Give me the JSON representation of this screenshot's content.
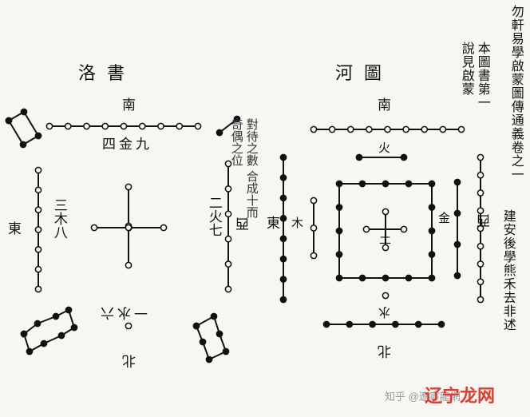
{
  "luoshu": {
    "title": "洛書",
    "south": "南",
    "south_numbers": "四金九",
    "east": "東",
    "east_numbers": "三木八",
    "west": "西",
    "west_numbers": "二火七",
    "north": "北",
    "north_numbers": "一水六"
  },
  "hetu": {
    "title": "河圖",
    "south": "南",
    "fire": "火",
    "east": "東",
    "wood": "木",
    "west": "西",
    "metal": "金",
    "earth": "土",
    "north": "北",
    "water": "水"
  },
  "side": {
    "book_title": "勿軒易學啟蒙圖傳通義卷之一",
    "chart_caption": "本圖書第一",
    "see_note": "說見啟蒙",
    "author": "建安後學熊禾去非述",
    "middle_note": "對待之數 合成十而",
    "middle_note2": "奇偶之位"
  },
  "watermark": {
    "text": "知乎 @遼寧龍網",
    "logo": "辽宁龙网"
  },
  "colors": {
    "ink": "#111111",
    "paper": "#f7f6f2",
    "watermark_red": "#e23a2f"
  }
}
